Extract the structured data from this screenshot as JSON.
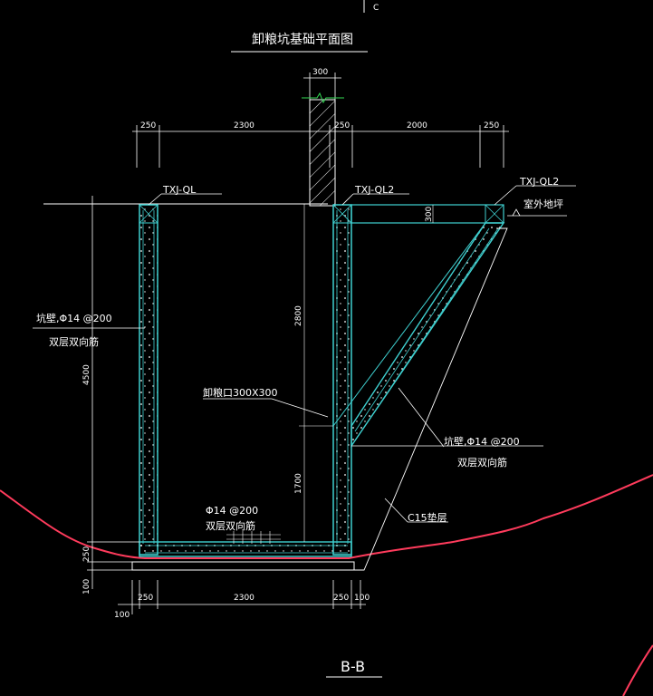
{
  "drawing": {
    "title": "卸粮坑基础平面图",
    "section_label": "B-B",
    "grid_axis_label": "C",
    "colors": {
      "background": "#000000",
      "line": "#ffffff",
      "wall": "#3fd0d0",
      "ground": "#ff3b5c",
      "rebar_dots": "#ffffff"
    }
  },
  "dimensions": {
    "top_column": "300",
    "top_left_wall": "250",
    "top_inner": "2300",
    "top_mid_wall": "250",
    "top_span": "2000",
    "top_right": "250",
    "beam_height": "300",
    "left_height": "4500",
    "upper_inner_height": "2800",
    "lower_inner_height": "1700",
    "base_thickness": "250",
    "cushion_thickness": "100",
    "bottom_left_wall": "250",
    "bottom_inner": "2300",
    "bottom_right_wall": "250",
    "bottom_right_extra": "100",
    "bottom_left_extra": "100"
  },
  "labels": {
    "beam_left": "TXJ-QL",
    "beam_mid": "TXJ-QL2",
    "beam_right": "TXJ-QL2",
    "outdoor_ground": "室外地坪",
    "left_wall_rebar_1": "坑壁,Φ14 @200",
    "left_wall_rebar_2": "双层双向筋",
    "chute": "卸粮口300X300",
    "right_wall_rebar_1": "坑壁,Φ14 @200",
    "right_wall_rebar_2": "双层双向筋",
    "base_rebar_1": "Φ14 @200",
    "base_rebar_2": "双层双向筋",
    "cushion": "C15垫层"
  }
}
